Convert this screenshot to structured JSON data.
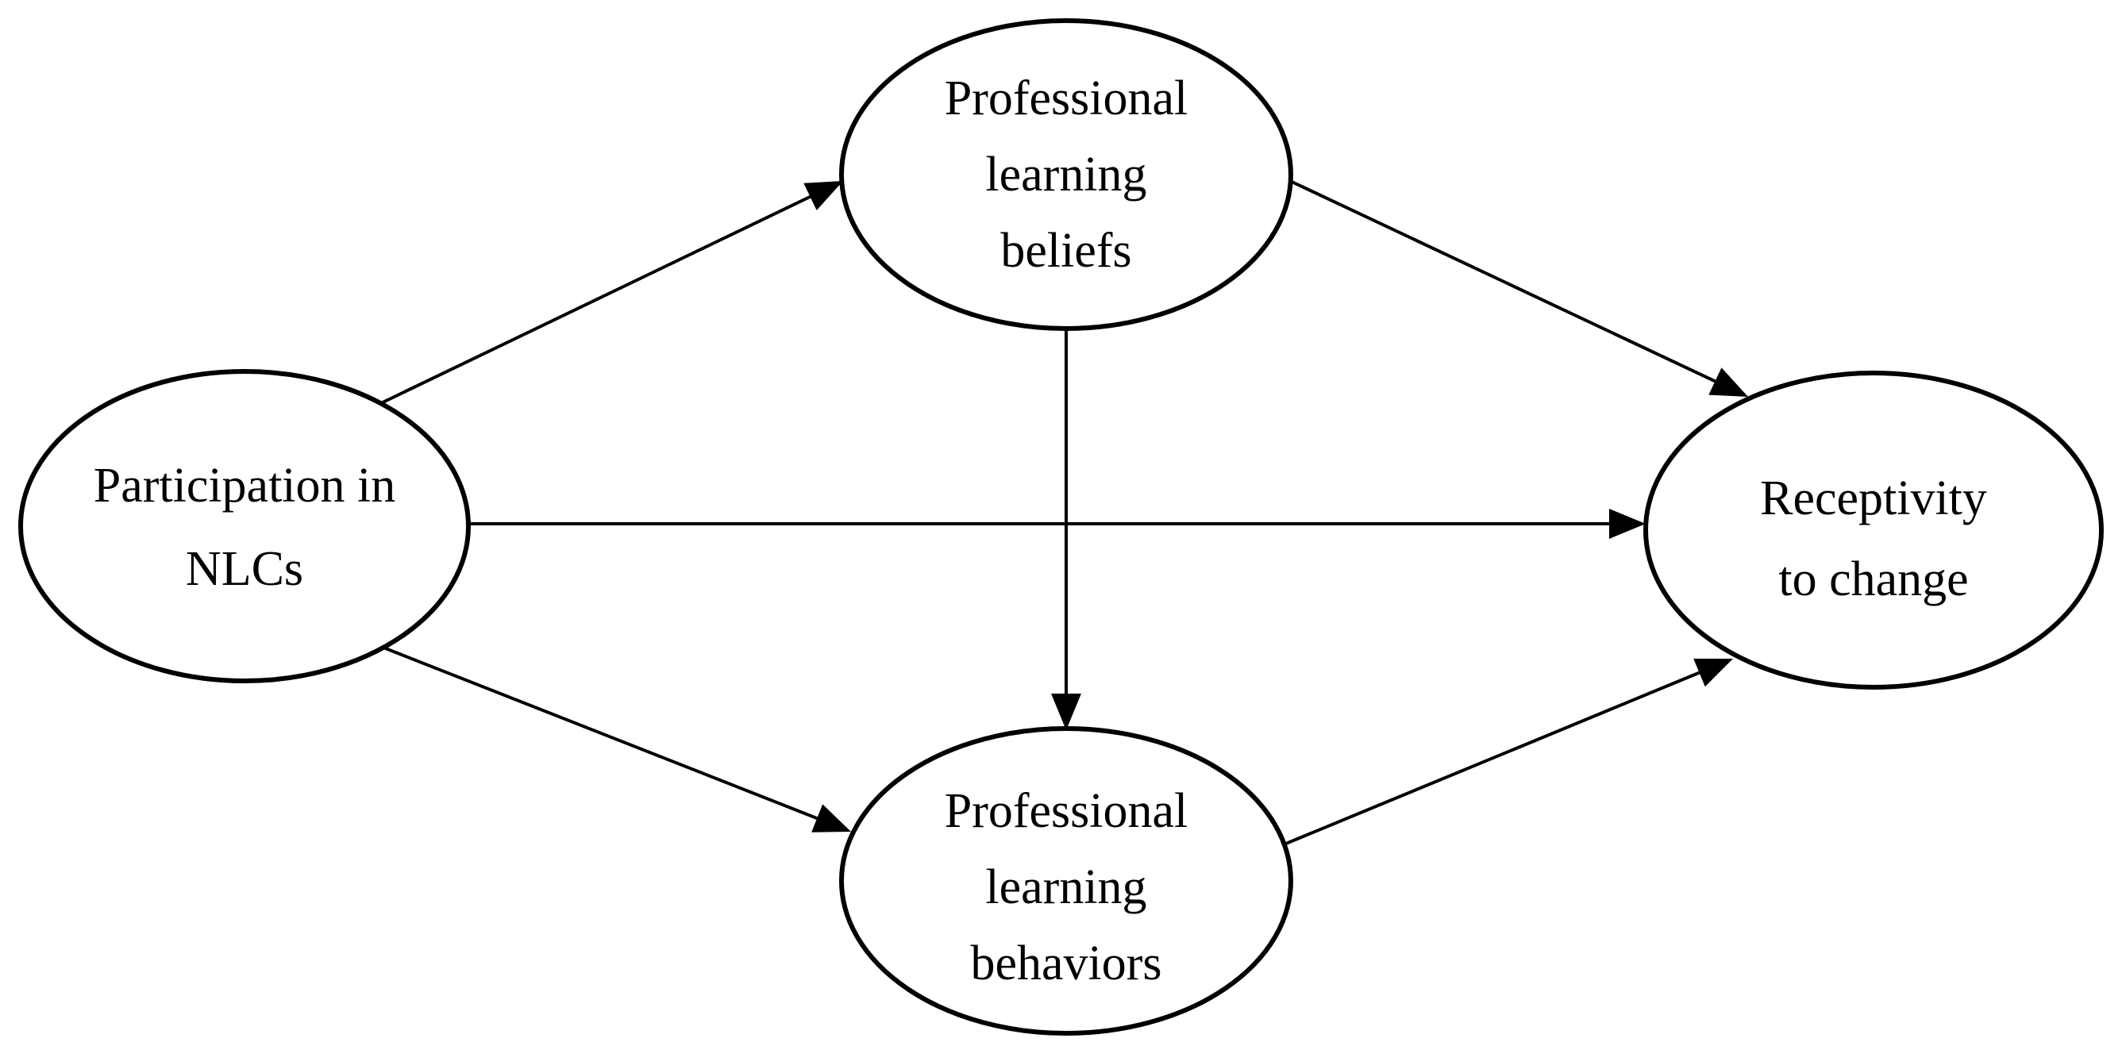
{
  "figure": {
    "type": "path-diagram",
    "background_color": "#ffffff",
    "stroke_color": "#000000",
    "text_color": "#000000",
    "nodes": [
      {
        "id": "participation-nlcs",
        "label": "Participation in NLCs",
        "lines": [
          "Participation in",
          "NLCs"
        ]
      },
      {
        "id": "professional-learning-beliefs",
        "label": "Professional learning beliefs",
        "lines": [
          "Professional",
          "learning",
          "beliefs"
        ]
      },
      {
        "id": "professional-learning-behaviors",
        "label": "Professional learning behaviors",
        "lines": [
          "Professional",
          "learning",
          "behaviors"
        ]
      },
      {
        "id": "receptivity-to-change",
        "label": "Receptivity to change",
        "lines": [
          "Receptivity",
          "to change"
        ]
      }
    ],
    "edges": [
      {
        "from": "participation-nlcs",
        "to": "professional-learning-beliefs",
        "arrow": "end"
      },
      {
        "from": "participation-nlcs",
        "to": "receptivity-to-change",
        "arrow": "end"
      },
      {
        "from": "participation-nlcs",
        "to": "professional-learning-behaviors",
        "arrow": "end"
      },
      {
        "from": "professional-learning-beliefs",
        "to": "professional-learning-behaviors",
        "arrow": "end"
      },
      {
        "from": "professional-learning-beliefs",
        "to": "receptivity-to-change",
        "arrow": "end"
      },
      {
        "from": "professional-learning-behaviors",
        "to": "receptivity-to-change",
        "arrow": "end"
      }
    ]
  }
}
